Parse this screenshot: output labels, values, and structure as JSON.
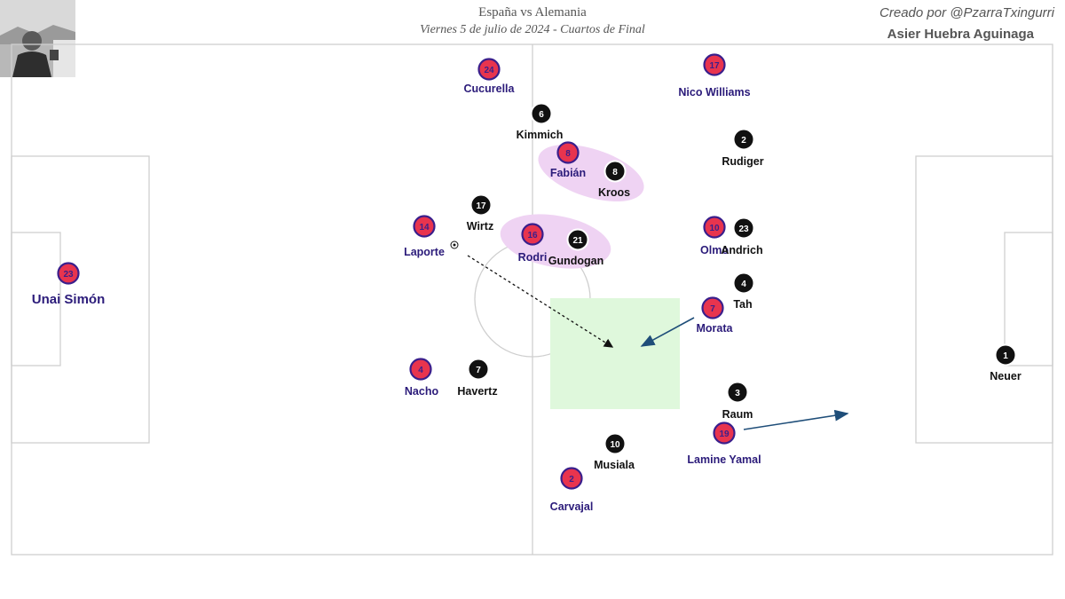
{
  "header": {
    "title": "España vs Alemania",
    "subtitle": "Viernes 5 de julio de 2024 - Cuartos de Final",
    "credit": "Creado por @PzarraTxingurri",
    "author": "Asier Huebra Aguinaga"
  },
  "colors": {
    "spain_fill": "#e8344e",
    "spain_border": "#3a1f8c",
    "spain_text": "#2b1b7a",
    "germany_fill": "#111111",
    "germany_text": "#111111",
    "highlight": "#efd3f3",
    "zone": "#dff8dc",
    "arrow": "#1f4e79",
    "lines": "#cfcfcf"
  },
  "players_spain": [
    {
      "num": "23",
      "name": "Unai Simón"
    },
    {
      "num": "24",
      "name": "Cucurella"
    },
    {
      "num": "17",
      "name": "Nico Williams"
    },
    {
      "num": "8",
      "name": "Fabián"
    },
    {
      "num": "14",
      "name": "Laporte"
    },
    {
      "num": "16",
      "name": "Rodri"
    },
    {
      "num": "10",
      "name": "Olmo"
    },
    {
      "num": "7",
      "name": "Morata"
    },
    {
      "num": "4",
      "name": "Nacho"
    },
    {
      "num": "19",
      "name": "Lamine Yamal"
    },
    {
      "num": "2",
      "name": "Carvajal"
    }
  ],
  "players_germany": [
    {
      "num": "6",
      "name": "Kimmich"
    },
    {
      "num": "2",
      "name": "Rudiger"
    },
    {
      "num": "8",
      "name": "Kroos"
    },
    {
      "num": "17",
      "name": "Wirtz"
    },
    {
      "num": "21",
      "name": "Gundogan"
    },
    {
      "num": "23",
      "name": "Andrich"
    },
    {
      "num": "4",
      "name": "Tah"
    },
    {
      "num": "7",
      "name": "Havertz"
    },
    {
      "num": "3",
      "name": "Raum"
    },
    {
      "num": "10",
      "name": "Musiala"
    },
    {
      "num": "1",
      "name": "Neuer"
    }
  ]
}
